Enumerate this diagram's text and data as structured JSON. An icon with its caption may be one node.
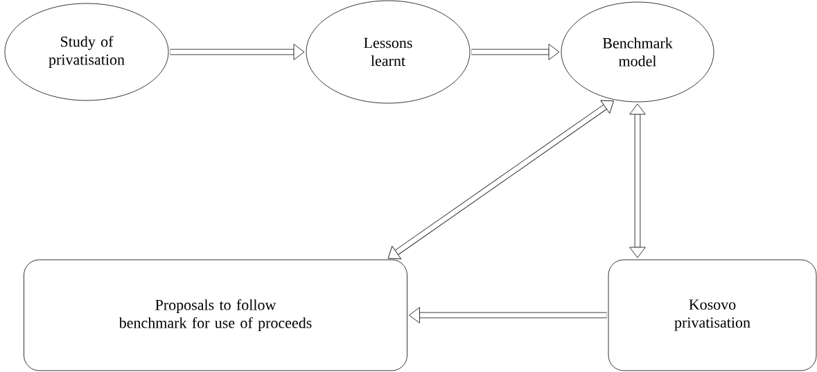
{
  "diagram": {
    "nodes": [
      {
        "text": [
          "Study of privatisation"
        ]
      },
      {
        "text": [
          "Lessons learnt"
        ]
      },
      {
        "text": [
          "Benchmark model"
        ]
      },
      {
        "text": [
          "Kosovo privatisation"
        ]
      },
      {
        "text": [
          "Proposals to follow benchmark for use of proceeds"
        ]
      }
    ],
    "edges": [
      {
        "from": 0,
        "to": 1,
        "arrow": "to"
      },
      {
        "from": 1,
        "to": 2,
        "arrow": "to"
      },
      {
        "from": 2,
        "to": 3,
        "arrow": "both"
      },
      {
        "from": 2,
        "to": 4,
        "arrow": "both"
      },
      {
        "from": 3,
        "to": 4,
        "arrow": "to"
      }
    ]
  }
}
